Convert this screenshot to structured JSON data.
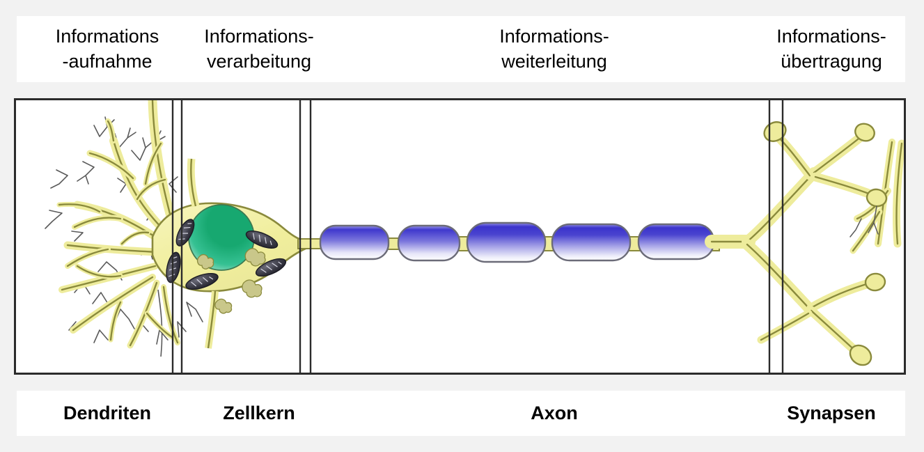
{
  "figure": {
    "subject": "neuron-structure-and-function",
    "language": "de",
    "background_color": "#f2f2f2",
    "panel_color": "#ffffff",
    "frame_border_color": "#2b2b2b"
  },
  "header": {
    "stages": [
      {
        "id": "aufnahme",
        "label": "Informations\n-aufnahme"
      },
      {
        "id": "verarbeitung",
        "label": "Informations-\nverarbeitung"
      },
      {
        "id": "weiterleitung",
        "label": "Informations-\nweiterleitung"
      },
      {
        "id": "uebertragung",
        "label": "Informations-\nübertragung"
      }
    ]
  },
  "footer": {
    "parts": [
      {
        "id": "dendriten",
        "label": "Dendriten"
      },
      {
        "id": "zellkern",
        "label": "Zellkern"
      },
      {
        "id": "axon",
        "label": "Axon"
      },
      {
        "id": "synapsen",
        "label": "Synapsen"
      }
    ]
  },
  "diagram": {
    "colors": {
      "cytoplasm_fill": "#f2f0a2",
      "cytoplasm_fill_light": "#f7f5c4",
      "cytoplasm_stroke": "#8a8a3c",
      "nucleus_green_dark": "#0f9b64",
      "nucleus_green_mid": "#2fbf8a",
      "nucleus_green_light": "#cfeee0",
      "myelin_blue": "#3b37c8",
      "myelin_blue_light": "#f0f0fb",
      "myelin_stroke": "#6b6b78",
      "mitochondria_fill": "#3a3a42",
      "organelle_fill": "#c9c98a",
      "dendrite_spine_stroke": "#5a5a5a",
      "divider_line": "#2b2b2b"
    },
    "dividers_x": [
      245,
      258,
      428,
      443,
      1102,
      1121
    ],
    "myelin_segment_count": 5
  }
}
